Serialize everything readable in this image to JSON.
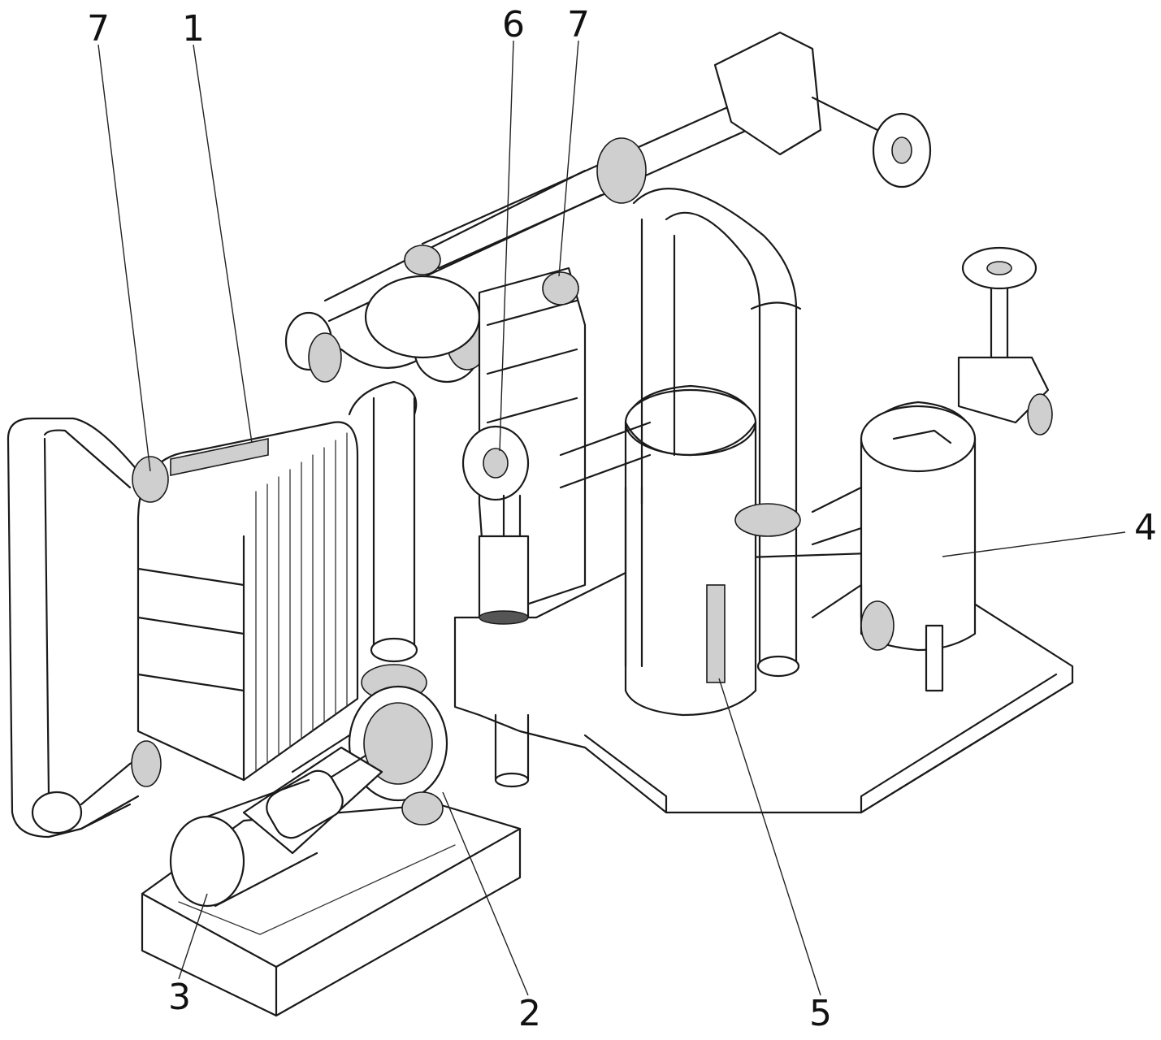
{
  "callouts": [
    {
      "id": "c7a",
      "text": "7"
    },
    {
      "id": "c1",
      "text": "1"
    },
    {
      "id": "c6",
      "text": "6"
    },
    {
      "id": "c7b",
      "text": "7"
    },
    {
      "id": "c4",
      "text": "4"
    },
    {
      "id": "c3",
      "text": "3"
    },
    {
      "id": "c2",
      "text": "2"
    },
    {
      "id": "c5",
      "text": "5"
    }
  ]
}
